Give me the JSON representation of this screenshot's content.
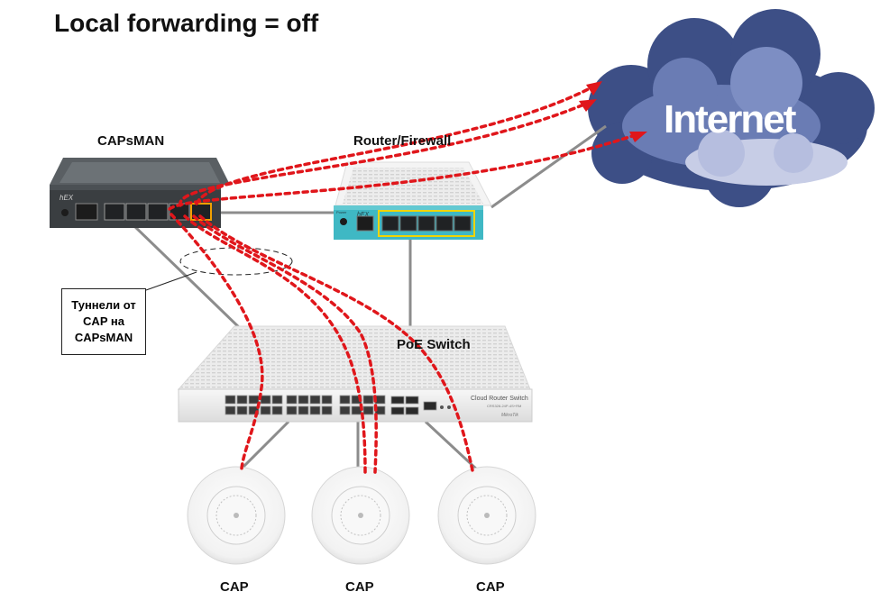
{
  "title": "Local forwarding = off",
  "labels": {
    "capsman": "CAPsMAN",
    "router": "Router/Firewall",
    "poe_switch": "PoE Switch",
    "internet": "Internet",
    "cap1": "CAP",
    "cap2": "CAP",
    "cap3": "CAP"
  },
  "note": "Туннели от CAP на CAPsMAN",
  "device_text": {
    "hex_left": "hEX",
    "hex_right": "hEX",
    "hex_right_power": "Power",
    "switch_brand": "Cloud Router Switch",
    "switch_model": "CRS328-24P-4S+RM",
    "switch_vendor": "MikroTik"
  },
  "colors": {
    "tunnel": "#e0161b",
    "cable": "#8c8c8c",
    "cloud_dark": "#3d4f86",
    "cloud_mid": "#6a7cb4",
    "cloud_light": "#c7cde6",
    "router_accent": "#3fb8c4",
    "port_highlight": "#f2d400"
  }
}
